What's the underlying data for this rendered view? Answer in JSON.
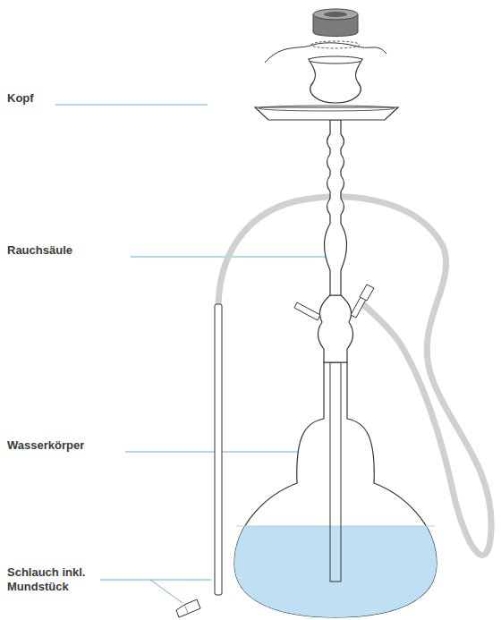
{
  "diagram": {
    "labels": [
      "Kopf",
      "Rauchsäule",
      "Wasserkörper",
      "Schlauch inkl. Mundstück"
    ]
  }
}
